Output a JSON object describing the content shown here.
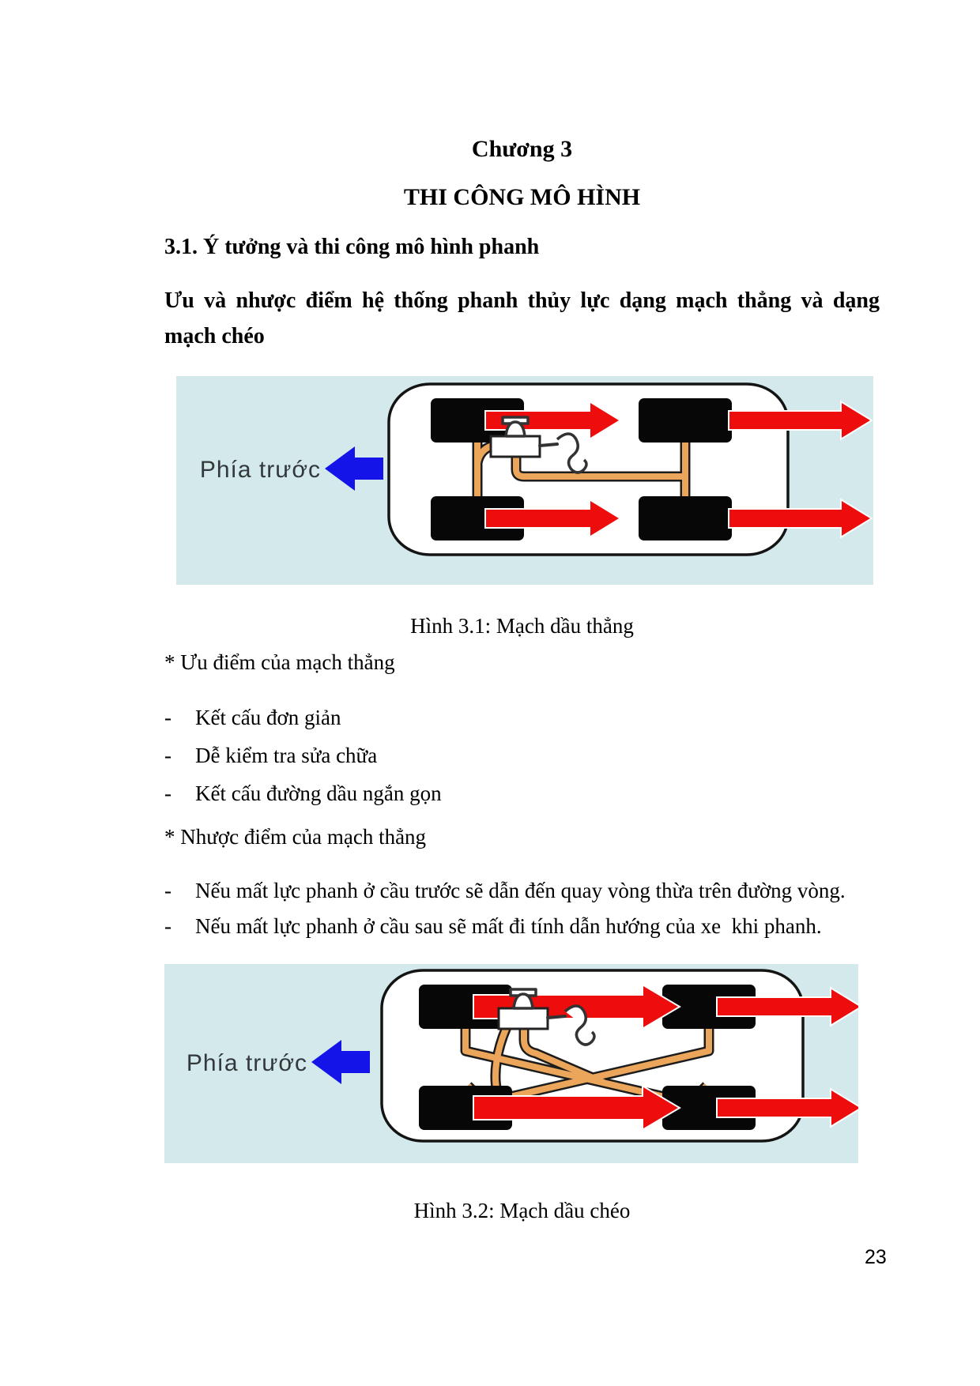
{
  "colors": {
    "figure_background": "#d3e9ec",
    "brake_line": "#eba65b",
    "arrow_red": "#ee0d0d",
    "arrow_blue": "#1414e8",
    "figure_label": "#33393b",
    "text": "#000000"
  },
  "heading": {
    "chapter": "Chương 3",
    "title": "THI CÔNG MÔ HÌNH",
    "section": "3.1. Ý tưởng và thi công mô hình phanh"
  },
  "intro": {
    "text": "Ưu và nhược điểm hệ thống phanh thủy lực dạng mạch thẳng và dạng mạch chéo"
  },
  "figure1": {
    "caption": "Hình 3.1: Mạch dầu thẳng",
    "front_label": "Phía trước"
  },
  "advantages": {
    "heading": "* Ưu điểm của mạch thẳng",
    "bullet": "-",
    "items": [
      "Kết cấu đơn giản",
      "Dễ kiểm tra sửa chữa",
      "Kết cấu đường dầu ngắn gọn"
    ]
  },
  "disadvantages": {
    "heading": "* Nhược điểm của mạch thẳng",
    "bullet": "-",
    "items": [
      "Nếu mất lực phanh ở cầu trước sẽ dẫn đến quay vòng thừa trên đường vòng.",
      "Nếu mất lực phanh ở cầu sau sẽ mất đi tính dẫn hướng của xe  khi phanh."
    ]
  },
  "figure2": {
    "caption": "Hình 3.2: Mạch dầu chéo",
    "front_label": "Phía trước"
  },
  "page": {
    "number": "23"
  }
}
